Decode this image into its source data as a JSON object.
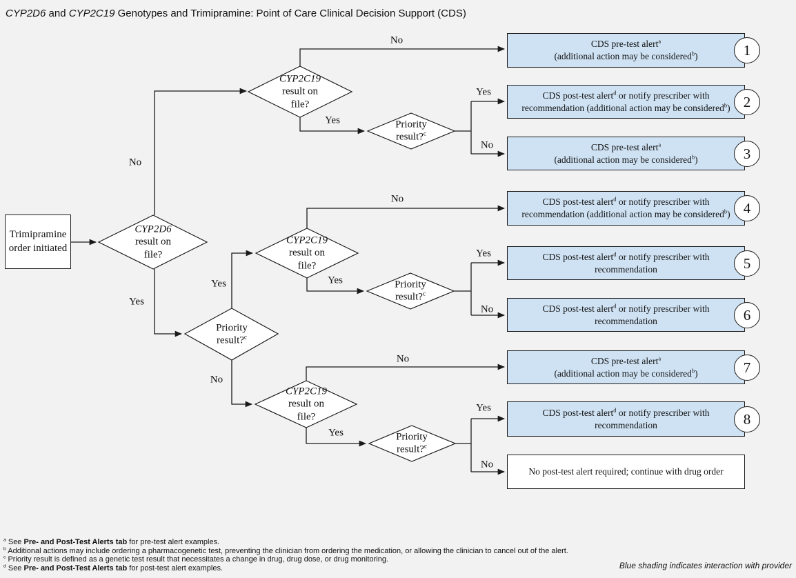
{
  "colors": {
    "background": "#f2f2f2",
    "box_blue": "#cfe2f3",
    "shape_fill": "#ffffff",
    "line": "#1a1a1a"
  },
  "title": {
    "segments": [
      {
        "t": "CYP2D6",
        "i": true
      },
      {
        "t": " and "
      },
      {
        "t": "CYP2C19",
        "i": true
      },
      {
        "t": " Genotypes and Trimipramine: Point of Care Clinical Decision Support (CDS)"
      }
    ]
  },
  "start_box": {
    "text": "Trimipramine order initiated"
  },
  "decisions": {
    "cyp2d6": {
      "segments": [
        {
          "t": "CYP2D6",
          "i": true
        },
        {
          "br": true
        },
        {
          "t": "result on"
        },
        {
          "br": true
        },
        {
          "t": "file?"
        }
      ]
    },
    "cyp2c19_top": {
      "segments": [
        {
          "t": "CYP2C19",
          "i": true
        },
        {
          "br": true
        },
        {
          "t": "result on"
        },
        {
          "br": true
        },
        {
          "t": "file?"
        }
      ]
    },
    "cyp2c19_mid": {
      "segments": [
        {
          "t": "CYP2C19",
          "i": true
        },
        {
          "br": true
        },
        {
          "t": "result on"
        },
        {
          "br": true
        },
        {
          "t": "file?"
        }
      ]
    },
    "cyp2c19_bottom": {
      "segments": [
        {
          "t": "CYP2C19",
          "i": true
        },
        {
          "br": true
        },
        {
          "t": "result on"
        },
        {
          "br": true
        },
        {
          "t": "file?"
        }
      ]
    },
    "priority_top": {
      "segments": [
        {
          "t": "Priority"
        },
        {
          "br": true
        },
        {
          "t": "result?"
        },
        {
          "t": "c",
          "sup": true
        }
      ]
    },
    "priority_left": {
      "segments": [
        {
          "t": "Priority"
        },
        {
          "br": true
        },
        {
          "t": "result?"
        },
        {
          "t": "c",
          "sup": true
        }
      ]
    },
    "priority_mid": {
      "segments": [
        {
          "t": "Priority"
        },
        {
          "br": true
        },
        {
          "t": "result?"
        },
        {
          "t": "c",
          "sup": true
        }
      ]
    },
    "priority_bottom": {
      "segments": [
        {
          "t": "Priority"
        },
        {
          "br": true
        },
        {
          "t": "result?"
        },
        {
          "t": "c",
          "sup": true
        }
      ]
    }
  },
  "edge_labels": {
    "cyp2d6_no": "No",
    "cyp2d6_yes": "Yes",
    "cyp2c19_top_no": "No",
    "cyp2c19_top_yes": "Yes",
    "priority_top_yes": "Yes",
    "priority_top_no": "No",
    "priority_left_yes": "Yes",
    "priority_left_no": "No",
    "cyp2c19_mid_no": "No",
    "cyp2c19_mid_yes": "Yes",
    "priority_mid_yes": "Yes",
    "priority_mid_no": "No",
    "cyp2c19_bottom_no": "No",
    "cyp2c19_bottom_yes": "Yes",
    "priority_bottom_yes": "Yes",
    "priority_bottom_no": "No"
  },
  "outcome_boxes": [
    {
      "num": "1",
      "shaded": true,
      "segments": [
        {
          "t": "CDS pre-test alert"
        },
        {
          "t": "a",
          "sup": true
        },
        {
          "br": true
        },
        {
          "t": "(additional action may be considered"
        },
        {
          "t": "b",
          "sup": true
        },
        {
          "t": ")"
        }
      ]
    },
    {
      "num": "2",
      "shaded": true,
      "segments": [
        {
          "t": "CDS post-test alert"
        },
        {
          "t": "d",
          "sup": true
        },
        {
          "t": " or notify prescriber with recommendation (additional action may be considered"
        },
        {
          "t": "b",
          "sup": true
        },
        {
          "t": ")"
        }
      ]
    },
    {
      "num": "3",
      "shaded": true,
      "segments": [
        {
          "t": "CDS pre-test alert"
        },
        {
          "t": "a",
          "sup": true
        },
        {
          "br": true
        },
        {
          "t": "(additional action may be considered"
        },
        {
          "t": "b",
          "sup": true
        },
        {
          "t": ")"
        }
      ]
    },
    {
      "num": "4",
      "shaded": true,
      "segments": [
        {
          "t": "CDS post-test alert"
        },
        {
          "t": "d",
          "sup": true
        },
        {
          "t": " or notify prescriber with recommendation (additional action may be considered"
        },
        {
          "t": "b",
          "sup": true
        },
        {
          "t": ")"
        }
      ]
    },
    {
      "num": "5",
      "shaded": true,
      "segments": [
        {
          "t": "CDS post-test alert"
        },
        {
          "t": "d",
          "sup": true
        },
        {
          "t": " or notify prescriber with"
        },
        {
          "br": true
        },
        {
          "t": "recommendation"
        }
      ]
    },
    {
      "num": "6",
      "shaded": true,
      "segments": [
        {
          "t": "CDS post-test alert"
        },
        {
          "t": "d",
          "sup": true
        },
        {
          "t": " or notify prescriber with"
        },
        {
          "br": true
        },
        {
          "t": "recommendation"
        }
      ]
    },
    {
      "num": "7",
      "shaded": true,
      "segments": [
        {
          "t": "CDS pre-test alert"
        },
        {
          "t": "a",
          "sup": true
        },
        {
          "br": true
        },
        {
          "t": "(additional action may be considered"
        },
        {
          "t": "b",
          "sup": true
        },
        {
          "t": ")"
        }
      ]
    },
    {
      "num": "8",
      "shaded": true,
      "segments": [
        {
          "t": "CDS post-test alert"
        },
        {
          "t": "d",
          "sup": true
        },
        {
          "t": " or notify prescriber with"
        },
        {
          "br": true
        },
        {
          "t": "recommendation"
        }
      ]
    },
    {
      "num": "",
      "shaded": false,
      "segments": [
        {
          "t": "No post-test alert required; continue with drug order"
        }
      ]
    }
  ],
  "footnotes": [
    {
      "segments": [
        {
          "t": "a",
          "sup": true
        },
        {
          "t": " See "
        },
        {
          "t": "Pre- and Post-Test Alerts tab",
          "b": true
        },
        {
          "t": " for pre-test alert examples."
        }
      ]
    },
    {
      "segments": [
        {
          "t": "b",
          "sup": true
        },
        {
          "t": " Additional actions may include ordering a pharmacogenetic test, preventing the clinician from ordering the medication, or allowing the clinician to cancel out of the alert."
        }
      ]
    },
    {
      "segments": [
        {
          "t": "c",
          "sup": true
        },
        {
          "t": " Priority result is defined as a genetic test result that necessitates a change in drug, drug dose, or drug monitoring."
        }
      ]
    },
    {
      "segments": [
        {
          "t": "d",
          "sup": true
        },
        {
          "t": " See "
        },
        {
          "t": "Pre- and Post-Test Alerts tab",
          "b": true
        },
        {
          "t": " for post-test alert examples."
        }
      ]
    }
  ],
  "legend_note": "Blue shading indicates interaction with provider"
}
